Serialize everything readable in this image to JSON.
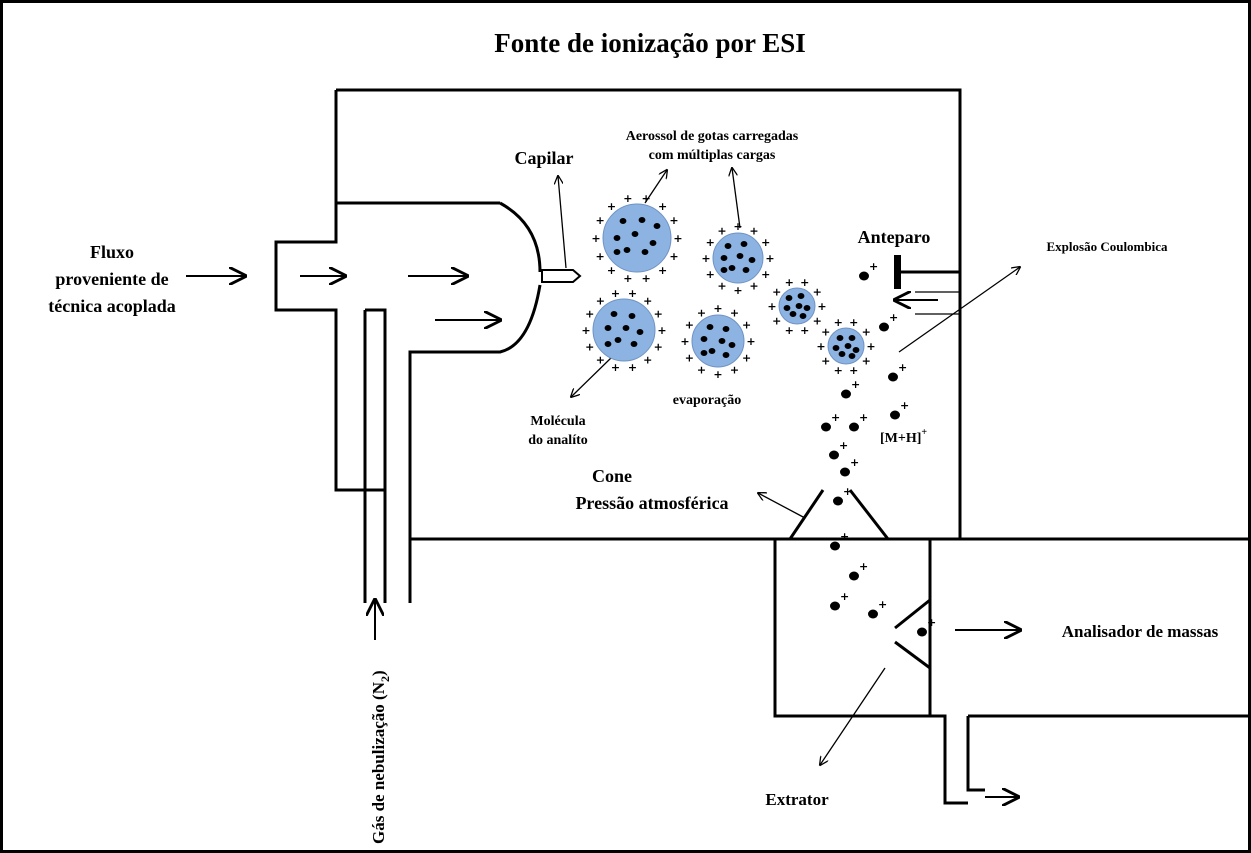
{
  "title": "Fonte de ionização por ESI",
  "labels": {
    "fluxo": [
      "Fluxo",
      "proveniente de",
      "técnica acoplada"
    ],
    "capilar": "Capilar",
    "aerossol": [
      "Aerossol de gotas carregadas",
      "com múltiplas cargas"
    ],
    "anteparo": "Anteparo",
    "explosao": "Explosão Coulombica",
    "molecula": [
      "Molécula",
      "do analíto"
    ],
    "evaporacao": "evaporação",
    "mh": "[M+H]",
    "mh_sup": "+",
    "cone": [
      "Cone",
      "Pressão atmosférica"
    ],
    "analisador": "Analisador de massas",
    "extrator": "Extrator",
    "gas": "Gás de nebulização (N",
    "gas_sub": "2",
    "gas_end": ")"
  },
  "colors": {
    "droplet": "#8db3e2",
    "ion": "#000000",
    "line": "#000000"
  }
}
